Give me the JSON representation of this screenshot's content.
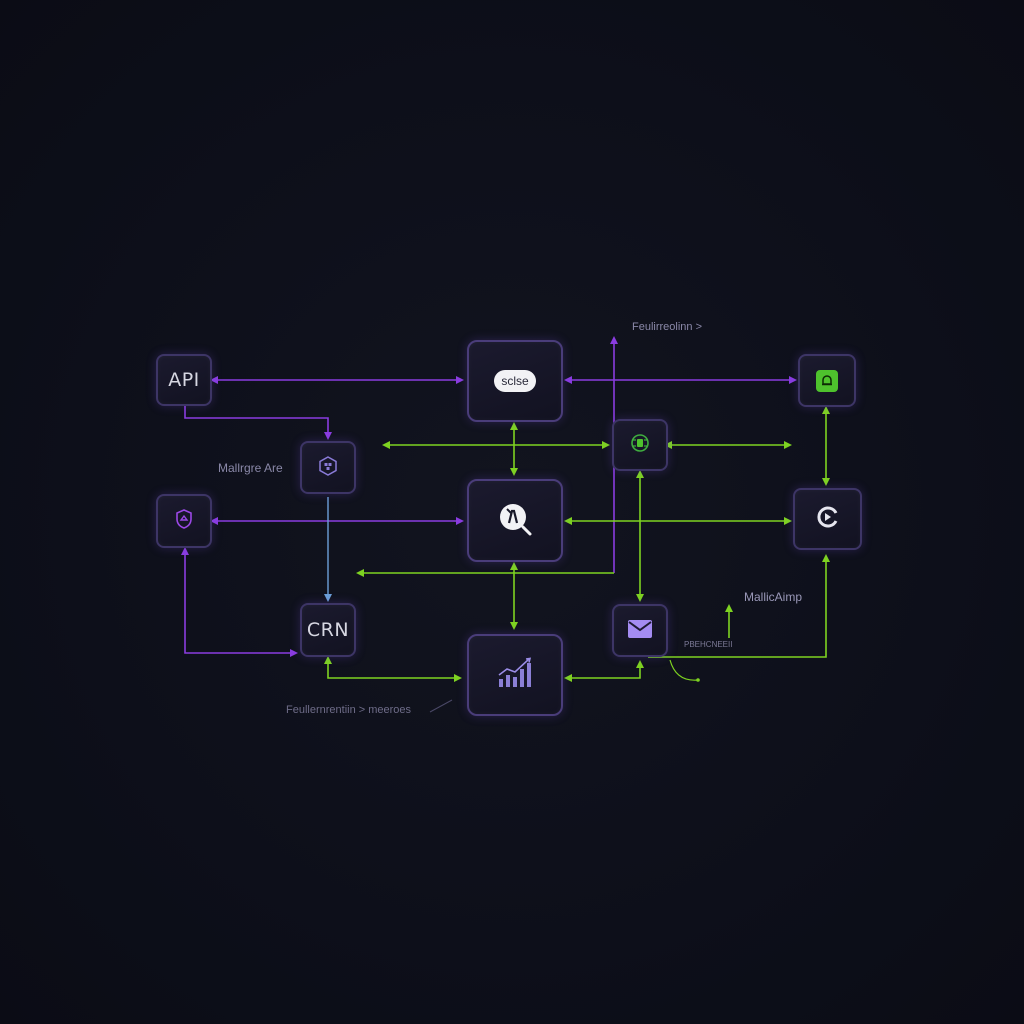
{
  "nodes": {
    "api": {
      "label": "API"
    },
    "crm": {
      "label": "CRN"
    },
    "salesforce": {
      "label": "sclse"
    }
  },
  "captions": {
    "top": "Feulirreolinn >",
    "middle_left": "Mallrgre Are",
    "right": "MallicAimp",
    "right_small": "PBEHCNEEII",
    "bottom": "Feullernrentiin > meeroes"
  },
  "colors": {
    "purple": "#8a3ce0",
    "green": "#7ed321",
    "blue": "#6b9fd8",
    "background": "#0d0f1a"
  },
  "icons": {
    "hub": "hexagon-grid-icon",
    "shield": "shield-icon",
    "salesforce": "cloud-logo-icon",
    "process": "search-icon",
    "analytics": "bar-chart-icon",
    "mail": "mail-icon",
    "integration": "circuit-icon",
    "notify": "bell-icon",
    "sync": "refresh-icon"
  }
}
